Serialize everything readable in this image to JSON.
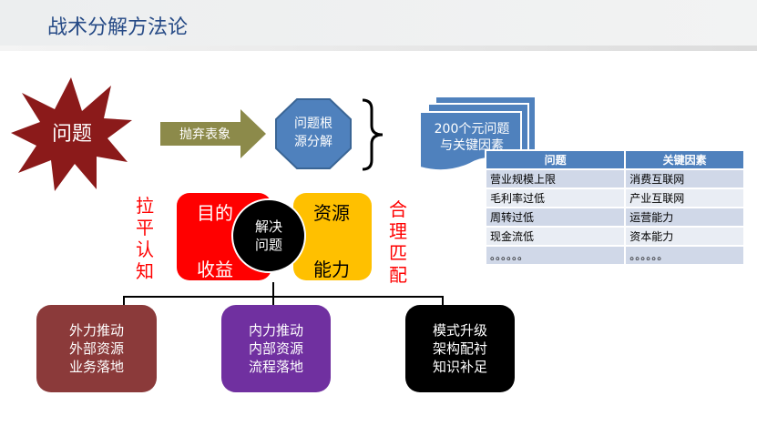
{
  "header": {
    "title": "战术分解方法论"
  },
  "flow": {
    "problem": "问题",
    "arrow_label": "抛弃表象",
    "root_cause": [
      "问题根",
      "源分解"
    ],
    "doc_stack": [
      "200个元问题",
      "与关键因素"
    ]
  },
  "table": {
    "headers": [
      "问题",
      "关键因素"
    ],
    "rows": [
      [
        "营业规模上限",
        "消费互联网"
      ],
      [
        "毛利率过低",
        "产业互联网"
      ],
      [
        "周转过低",
        "运营能力"
      ],
      [
        "现金流低",
        "资本能力"
      ],
      [
        "。。。。。。",
        "。。。。。。"
      ]
    ]
  },
  "center": {
    "left_top": "目的",
    "left_bottom": "收益",
    "right_top": "资源",
    "right_bottom": "能力",
    "circle": [
      "解决",
      "问题"
    ],
    "left_side": "拉平认知",
    "right_side": "合理匹配"
  },
  "boxes": [
    {
      "lines": [
        "外力推动",
        "外部资源",
        "业务落地"
      ],
      "color": "#8b3a3a"
    },
    {
      "lines": [
        "内力推动",
        "内部资源",
        "流程落地"
      ],
      "color": "#7030a0"
    },
    {
      "lines": [
        "模式升级",
        "架构配衬",
        "知识补足"
      ],
      "color": "#000000"
    }
  ],
  "colors": {
    "accent": "#4f81bd",
    "red": "#ff0000",
    "yellow": "#ffc000",
    "olive": "#8c8a4a",
    "starburst": "#8b1a1a"
  }
}
